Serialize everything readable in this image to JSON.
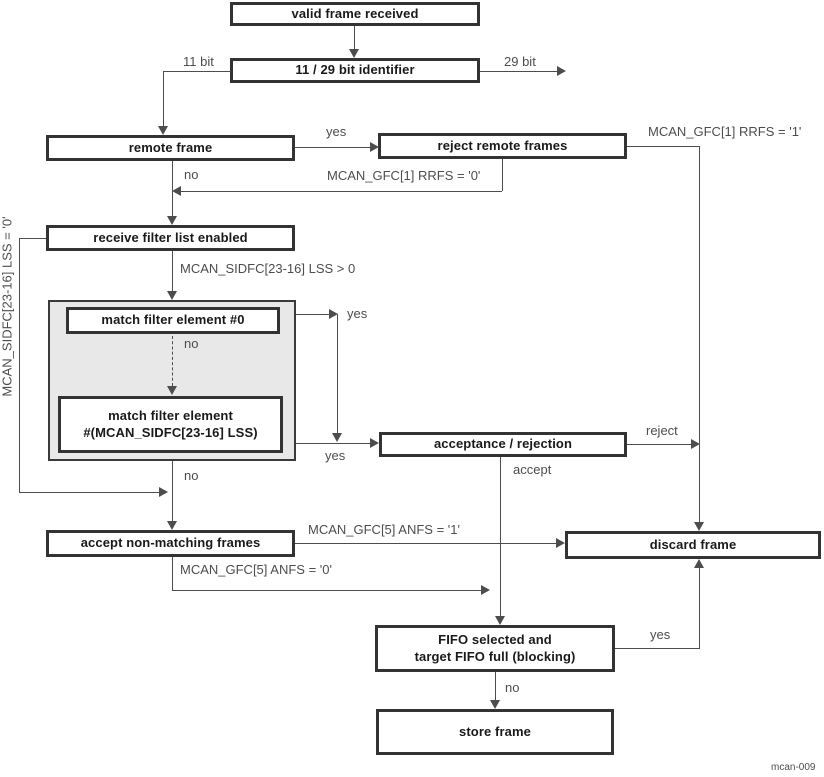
{
  "diagram": {
    "figure_id": "mcan-009",
    "nodes": {
      "valid_frame": "valid frame received",
      "identifier": "11 / 29 bit identifier",
      "remote_frame": "remote frame",
      "reject_remote_frames": "reject remote frames",
      "receive_filter_list": "receive filter list enabled",
      "match_filter_0": "match filter element #0",
      "match_filter_n_line1": "match filter element",
      "match_filter_n_line2": "#(MCAN_SIDFC[23-16] LSS)",
      "acceptance_rejection": "acceptance / rejection",
      "accept_non_matching": "accept non-matching frames",
      "discard_frame": "discard frame",
      "fifo_line1": "FIFO selected and",
      "fifo_line2": "target FIFO full (blocking)",
      "store_frame": "store frame"
    },
    "edge_labels": {
      "bit11": "11 bit",
      "bit29": "29 bit",
      "yes_remote": "yes",
      "no_remote": "no",
      "rrfs1": "MCAN_GFC[1] RRFS = '1'",
      "rrfs0": "MCAN_GFC[1] RRFS = '0'",
      "lss_gt0": "MCAN_SIDFC[23-16] LSS > 0",
      "lss_eq0": "MCAN_SIDFC[23-16] LSS = '0'",
      "yes_match0": "yes",
      "no_match0": "no",
      "yes_matchn": "yes",
      "no_list": "no",
      "reject": "reject",
      "accept": "accept",
      "anfs1": "MCAN_GFC[5] ANFS = '1'",
      "anfs0": "MCAN_GFC[5] ANFS = '0'",
      "yes_fifo": "yes",
      "no_fifo": "no"
    },
    "colors": {
      "line": "#4d4d4d",
      "box_border": "#333333",
      "container_fill": "#e8e8e8"
    }
  }
}
